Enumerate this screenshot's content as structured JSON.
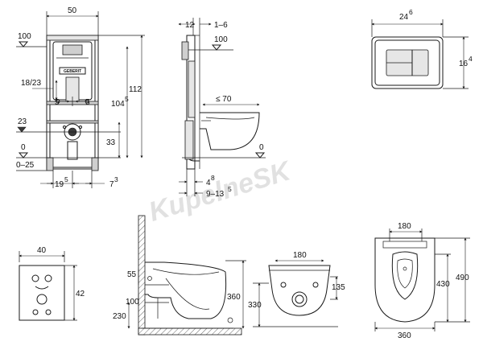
{
  "frame_front": {
    "width": "50",
    "top_level": "100",
    "button_height": "18/23",
    "left_offset": "5",
    "right_offset": "5",
    "level_23": "23",
    "level_0": "0",
    "level_025": "0–25",
    "height_112": "112",
    "height_104": "104",
    "height_104_sup": "5",
    "height_33": "33",
    "spacing_19": "19",
    "spacing_19_sup": "5",
    "spacing_7": "7",
    "spacing_7_sup": "3",
    "brand_text": "GEBERIT"
  },
  "frame_side": {
    "depth_12": "12",
    "depth_1_6": "1–6",
    "level_100": "100",
    "reach_70": "≤ 70",
    "level_0": "0",
    "offset_4": "4",
    "offset_4_sup": "8",
    "offset_9_13": "9–13",
    "offset_9_13_sup": "5"
  },
  "plate": {
    "width": "24",
    "width_sup": "6",
    "height": "16",
    "height_sup": "4"
  },
  "wall_plan": {
    "width": "40",
    "height": "42"
  },
  "bowl_side": {
    "dim_55": "55",
    "dim_100": "100",
    "dim_230": "230",
    "dim_360": "360"
  },
  "bowl_rear": {
    "dim_180": "180",
    "dim_135": "135",
    "dim_330": "330"
  },
  "bowl_top": {
    "dim_180": "180",
    "dim_430": "430",
    "dim_490": "490",
    "dim_360": "360"
  },
  "watermark": "KupelneSK",
  "colors": {
    "line": "#1a1a1a",
    "fill_grey": "#cfcfcf",
    "watermark": "#d2d2d2"
  }
}
